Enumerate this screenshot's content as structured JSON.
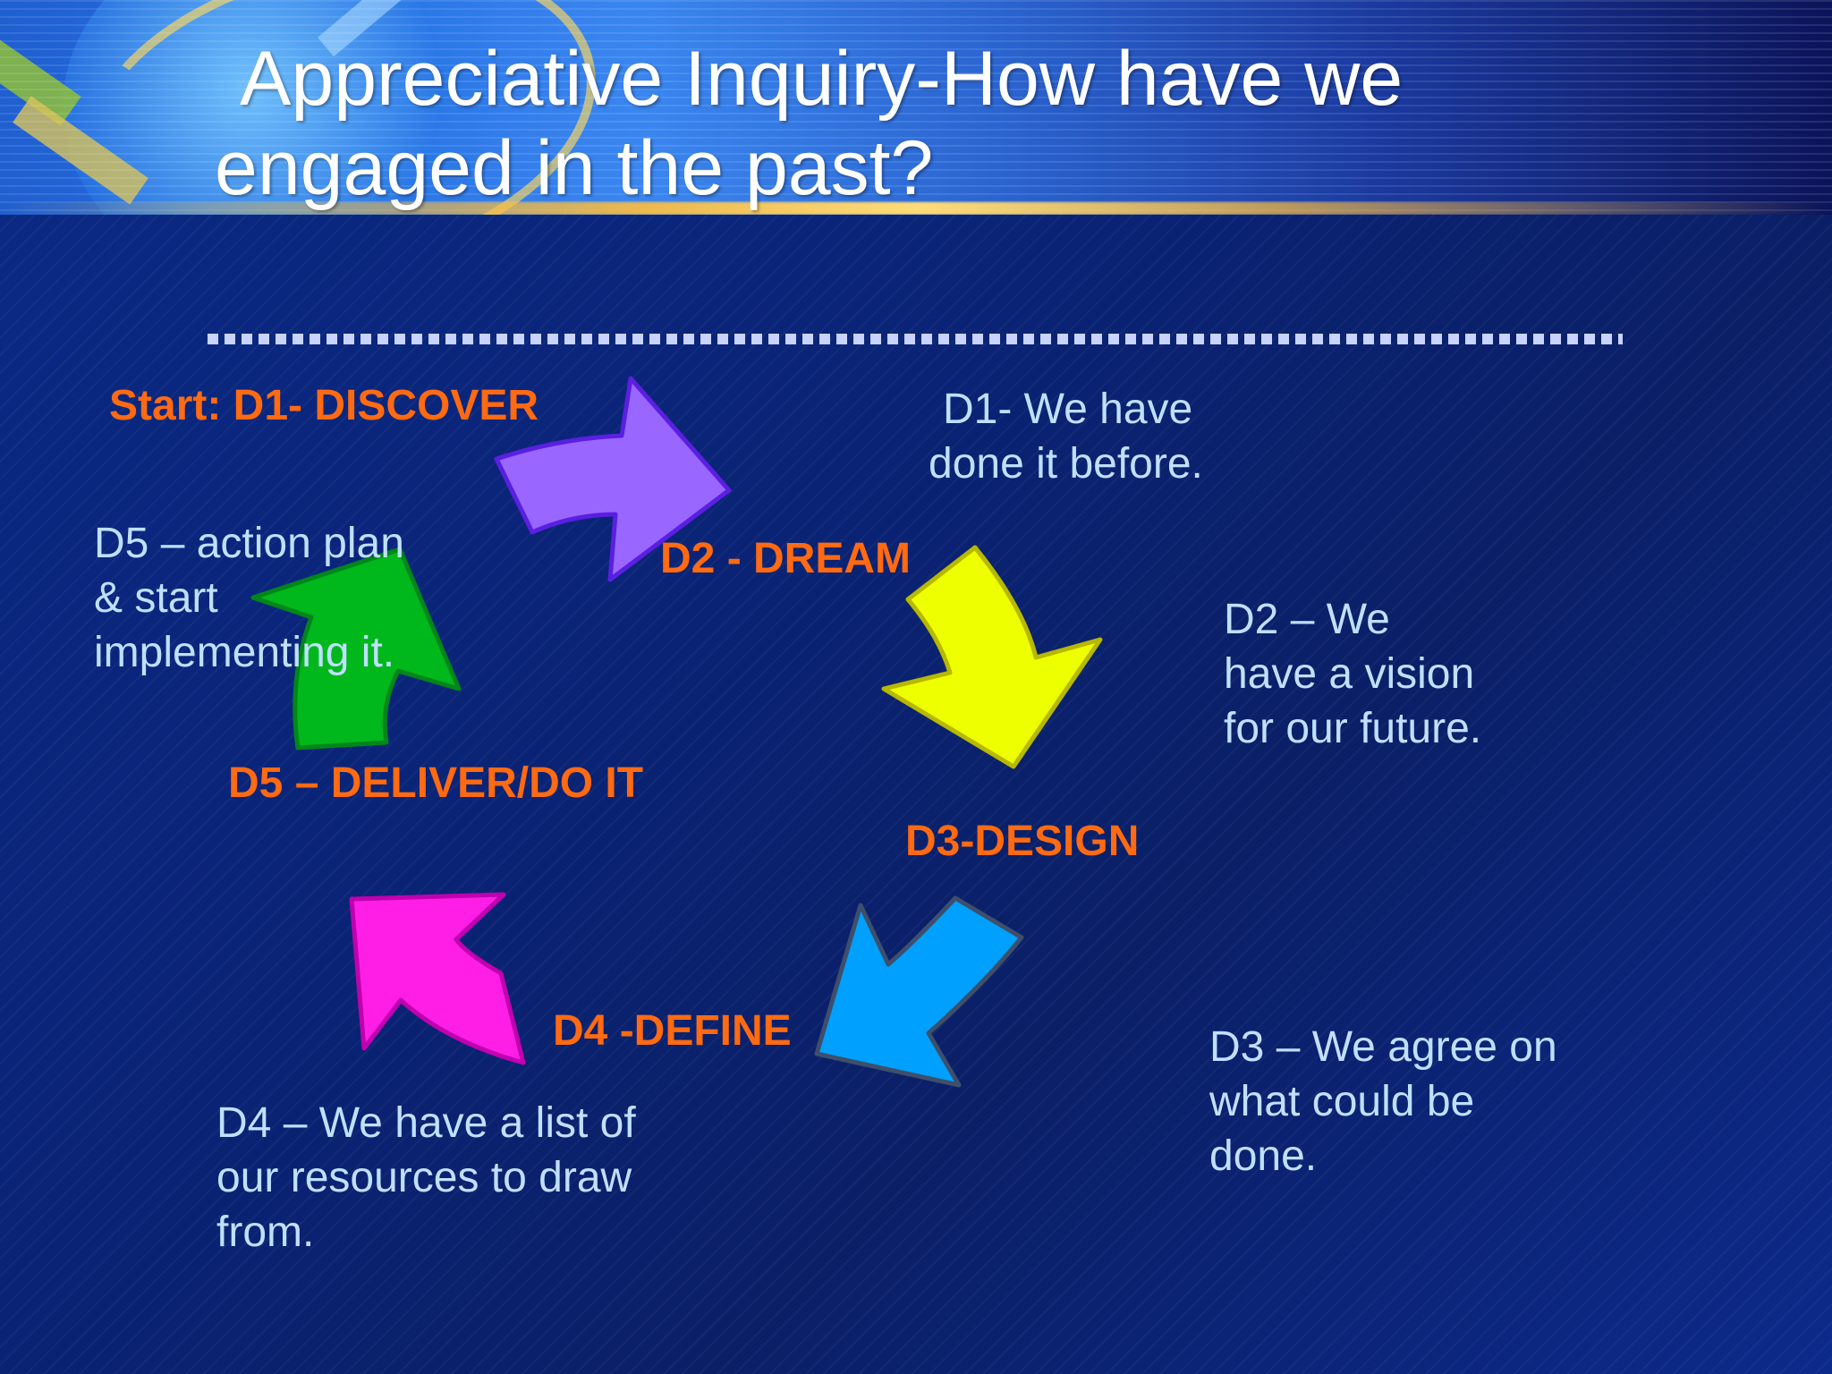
{
  "title": {
    "line1": "Appreciative Inquiry-How have we",
    "line2": "engaged in the past?"
  },
  "labels": {
    "d1": "Start: D1- DISCOVER",
    "d2": "D2 - DREAM",
    "d3": "D3-DESIGN",
    "d4": "D4 -DEFINE",
    "d5": "D5 – DELIVER/DO IT"
  },
  "descriptions": {
    "d1": [
      "D1- We have",
      "done it before."
    ],
    "d2": [
      "D2 – We",
      "have a vision",
      "for our future."
    ],
    "d3": [
      "D3 – We agree on",
      "what could be",
      "done."
    ],
    "d4": [
      "D4 – We have a list of",
      "our resources to draw",
      "from."
    ],
    "d5": [
      "D5 – action plan",
      "& start",
      "implementing it."
    ]
  },
  "colors": {
    "arrow_d1": "#9966ff",
    "arrow_d2": "#eeff00",
    "arrow_d3": "#00a0ff",
    "arrow_d4": "#ff1ee6",
    "arrow_d5": "#00b81c",
    "label": "#ff6a12",
    "description": "#bfe0ff"
  }
}
